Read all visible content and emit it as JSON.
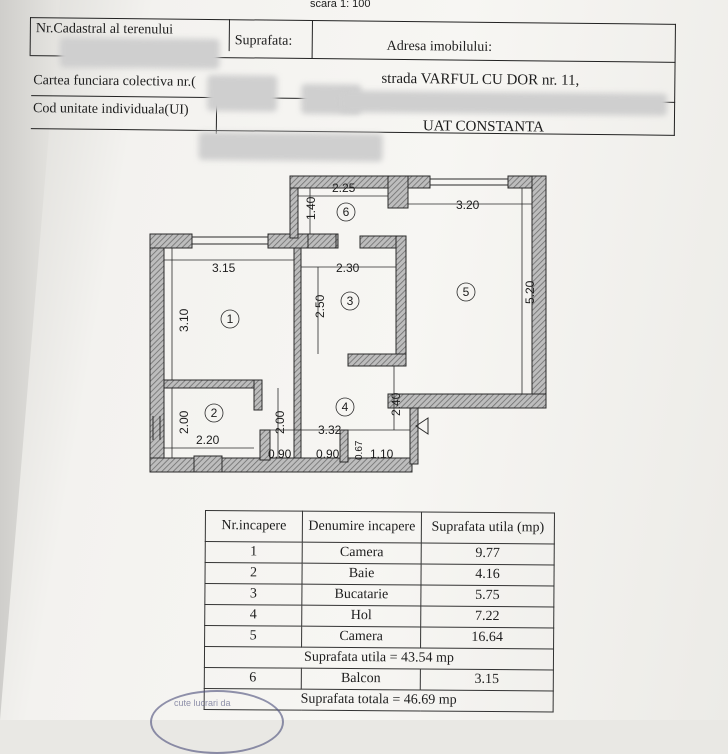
{
  "scale": "scara 1: 100",
  "header": {
    "cadastral": "Nr.Cadastral al terenului",
    "suprafata": "Suprafata:",
    "adresa": "Adresa imobilului:",
    "carte": "Cartea funciara colectiva nr.(",
    "strada": "strada VARFUL CU DOR nr. 11,",
    "cod": "Cod unitate individuala(UI)",
    "uat": "UAT CONSTANTA"
  },
  "plan": {
    "dims": {
      "d225": "2.25",
      "d140": "1.40",
      "d320": "3.20",
      "d315": "3.15",
      "d230": "2.30",
      "d310": "3.10",
      "d250": "2.50",
      "d520": "5.20",
      "d200a": "2.00",
      "d200b": "2.00",
      "d220": "2.20",
      "d240": "2.40",
      "d332": "3.32",
      "d090a": "0.90",
      "d090b": "0.90",
      "d067": "0.67",
      "d110": "1.10"
    },
    "rooms": [
      "1",
      "2",
      "3",
      "4",
      "5",
      "6"
    ]
  },
  "table": {
    "headers": [
      "Nr.incapere",
      "Denumire incapere",
      "Suprafata utila (mp)"
    ],
    "rows": [
      {
        "nr": "1",
        "name": "Camera",
        "area": "9.77"
      },
      {
        "nr": "2",
        "name": "Baie",
        "area": "4.16"
      },
      {
        "nr": "3",
        "name": "Bucatarie",
        "area": "5.75"
      },
      {
        "nr": "4",
        "name": "Hol",
        "area": "7.22"
      },
      {
        "nr": "5",
        "name": "Camera",
        "area": "16.64"
      }
    ],
    "utila": "Suprafata utila = 43.54 mp",
    "balcon": {
      "nr": "6",
      "name": "Balcon",
      "area": "3.15"
    },
    "totala": "Suprafata totala = 46.69 mp"
  },
  "stamp_text": "cute lucrari da"
}
